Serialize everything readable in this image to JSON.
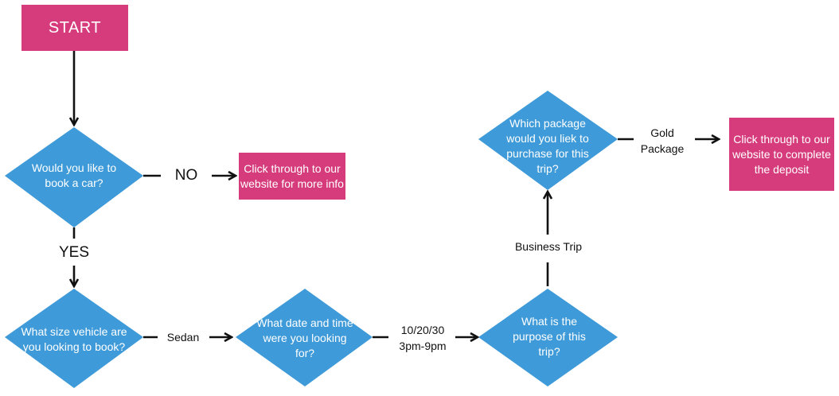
{
  "colors": {
    "terminal": "#d63c7c",
    "decision": "#3e9ad8",
    "arrow": "#111111",
    "text_on_shape": "#ffffff",
    "label": "#111111"
  },
  "nodes": {
    "start": {
      "text": "START"
    },
    "book_car": {
      "text": "Would you like to book a car?"
    },
    "more_info": {
      "text": "Click through to our website for more info"
    },
    "vehicle_size": {
      "text": "What size vehicle are you looking to book?"
    },
    "date_time": {
      "text": "What date and time were you looking for?"
    },
    "purpose": {
      "text": "What is the purpose of this trip?"
    },
    "package": {
      "text": "Which package would you liek to purchase for this trip?"
    },
    "deposit": {
      "text": "Click through to our website to complete the deposit"
    }
  },
  "edges": {
    "no": {
      "label": "NO"
    },
    "yes": {
      "label": "YES"
    },
    "sedan": {
      "label": "Sedan"
    },
    "datetime": {
      "label": "10/20/30 3pm-9pm"
    },
    "business": {
      "label": "Business Trip"
    },
    "gold": {
      "label": "Gold Package"
    }
  }
}
